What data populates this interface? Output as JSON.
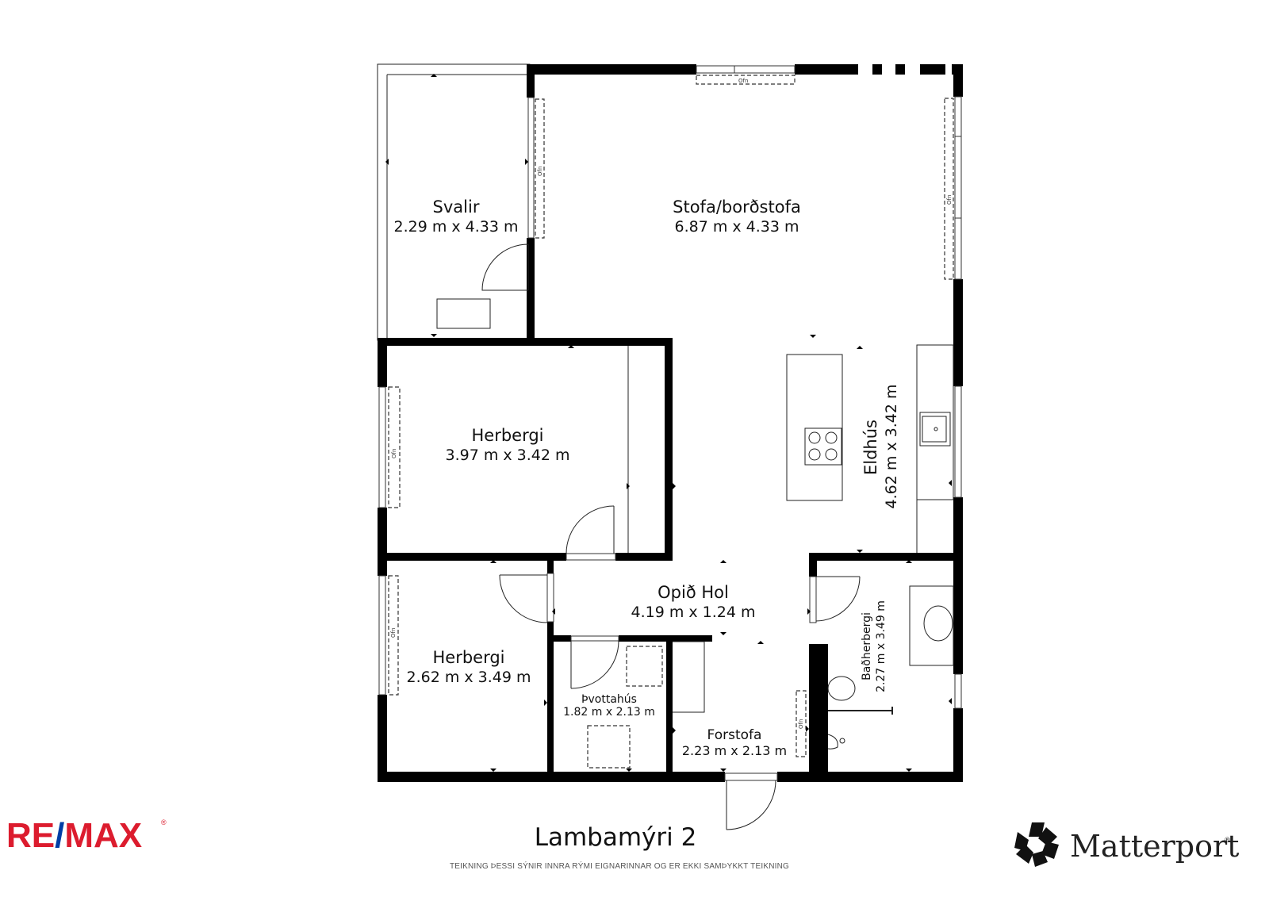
{
  "rooms": {
    "svalir": {
      "name": "Svalir",
      "dims": "2.29 m x 4.33 m"
    },
    "stofa": {
      "name": "Stofa/borðstofa",
      "dims": "6.87 m x 4.33 m"
    },
    "herbergi1": {
      "name": "Herbergi",
      "dims": "3.97 m x 3.42 m"
    },
    "eldhus": {
      "name": "Eldhús",
      "dims": "4.62 m x 3.42 m"
    },
    "opid_hol": {
      "name": "Opið Hol",
      "dims": "4.19 m x 1.24 m"
    },
    "herbergi2": {
      "name": "Herbergi",
      "dims": "2.62 m x 3.49 m"
    },
    "thvottahus": {
      "name": "Þvottahús",
      "dims": "1.82 m x 2.13 m"
    },
    "forstofa": {
      "name": "Forstofa",
      "dims": "2.23 m x 2.13 m"
    },
    "badherbergi": {
      "name": "Baðherbergi",
      "dims": "2.27 m x 3.49 m"
    }
  },
  "radiator_label": "Ofn",
  "title": "Lambamýri 2",
  "disclaimer": "TEIKNING ÞESSI SÝNIR INNRA RÝMI EIGNARINNAR OG ER EKKI SAMÞYKKT TEIKNING",
  "brand_left": {
    "part1": "RE",
    "slash": "/",
    "part2": "MAX",
    "registered": "®",
    "colors": {
      "red": "#DC1C2E",
      "blue": "#003DA5"
    }
  },
  "brand_right": {
    "name": "Matterport",
    "registered": "®"
  }
}
